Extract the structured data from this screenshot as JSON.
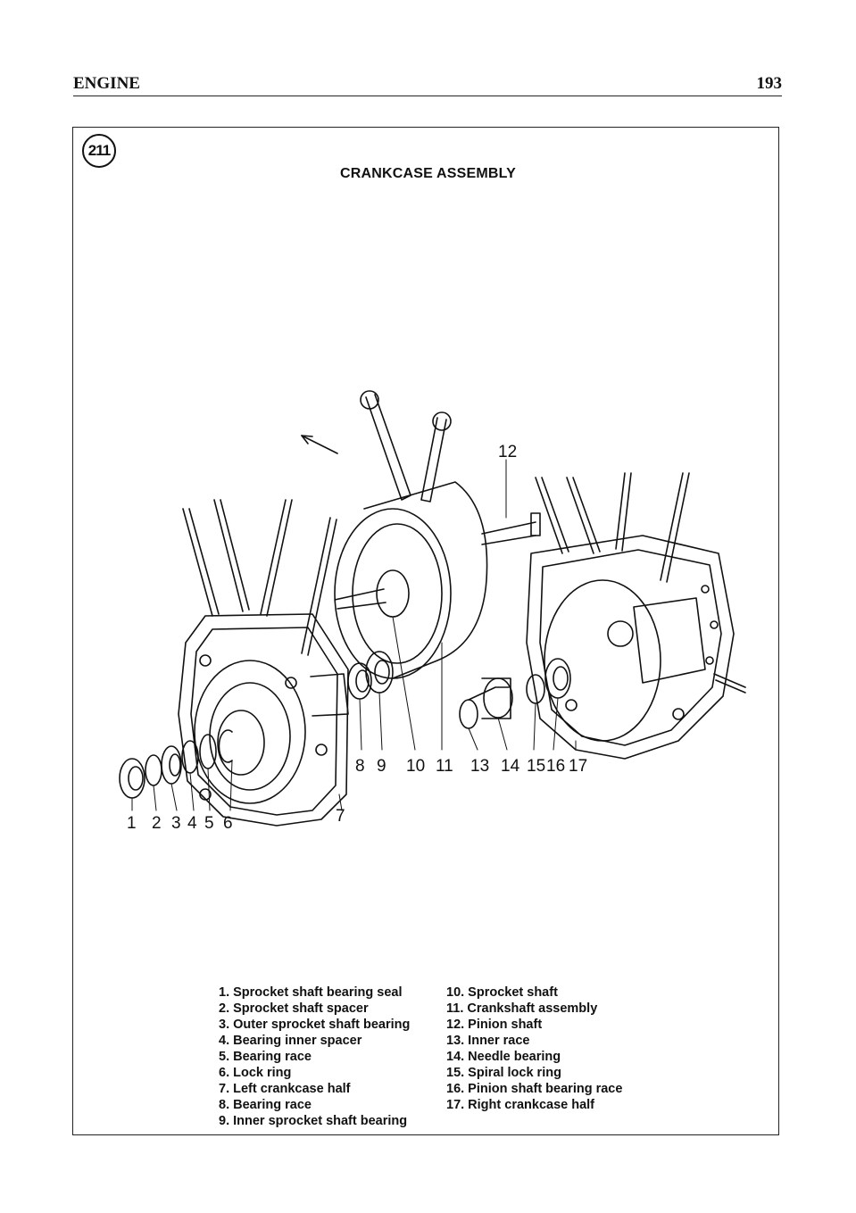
{
  "header": {
    "section": "ENGINE",
    "page_number": "193"
  },
  "figure": {
    "number": "211",
    "title": "CRANKCASE ASSEMBLY",
    "callouts": [
      "1",
      "2",
      "3",
      "4",
      "5",
      "6",
      "7",
      "8",
      "9",
      "10",
      "11",
      "12",
      "13",
      "14",
      "15",
      "16",
      "17"
    ]
  },
  "legend": {
    "left": [
      "1. Sprocket shaft bearing seal",
      "2. Sprocket shaft spacer",
      "3. Outer sprocket shaft bearing",
      "4. Bearing inner spacer",
      "5. Bearing race",
      "6. Lock ring",
      "7. Left crankcase half",
      "8. Bearing race",
      "9. Inner sprocket shaft bearing"
    ],
    "right": [
      "10. Sprocket shaft",
      "11. Crankshaft assembly",
      "12. Pinion shaft",
      "13. Inner race",
      "14. Needle bearing",
      "15. Spiral lock ring",
      "16. Pinion shaft bearing race",
      "17. Right crankcase half"
    ]
  }
}
